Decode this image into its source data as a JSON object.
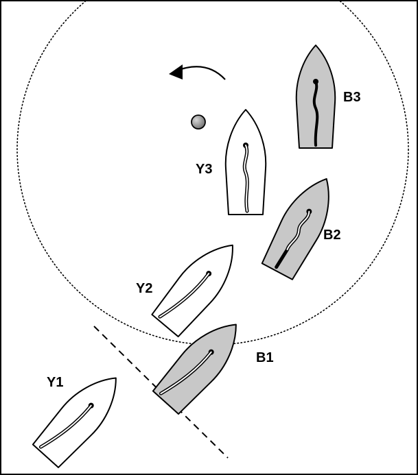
{
  "diagram": {
    "colors": {
      "yellow_boat_fill": "#ffffff",
      "blue_boat_fill": "#c8c8c8",
      "outline": "#000000",
      "mark_fill": "#909090",
      "background": "#ffffff"
    },
    "labels": {
      "b3": "B3",
      "y3": "Y3",
      "b2": "B2",
      "y2": "Y2",
      "b1": "B1",
      "y1": "Y1"
    }
  }
}
